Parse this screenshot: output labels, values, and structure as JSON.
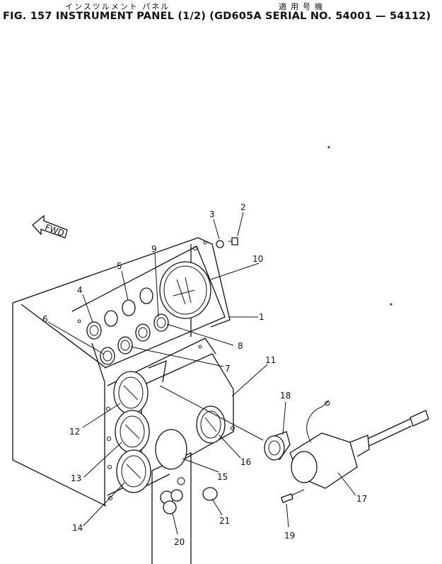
{
  "header": {
    "japanese_title": "インスツルメント パネル",
    "japanese_applicability": "適用号機",
    "figure_title": "FIG. 157  INSTRUMENT PANEL (1/2) (GD605A SERIAL NO. 54001 — 54112)"
  },
  "diagram": {
    "direction_marker": "FWD",
    "callouts": [
      "1",
      "2",
      "3",
      "4",
      "5",
      "6",
      "7",
      "8",
      "9",
      "10",
      "11",
      "12",
      "13",
      "14",
      "15",
      "16",
      "17",
      "18",
      "19",
      "20",
      "21"
    ]
  }
}
